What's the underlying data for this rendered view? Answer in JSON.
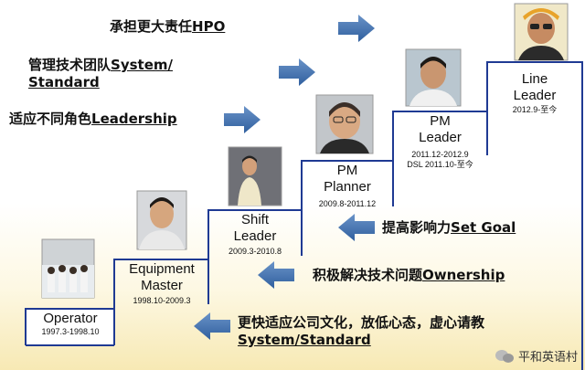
{
  "left_labels": {
    "hpo": {
      "cn": "承担更大责任",
      "en": "HPO"
    },
    "system1": {
      "cn": "管理技术团队",
      "en": "System/",
      "en2": "Standard"
    },
    "leadership": {
      "cn": "适应不同角色",
      "en": "Leadership"
    }
  },
  "right_labels": {
    "set_goal": {
      "cn": "提高影响力",
      "en": "Set Goal"
    },
    "ownership": {
      "cn": "积极解决技术问题",
      "en": "Ownership"
    },
    "system2": {
      "cn": "更快适应公司文化，放低心态，虚心请教",
      "en": "System/Standard"
    }
  },
  "roles": [
    {
      "name1": "Operator",
      "name2": "",
      "date1": "1997.3-1998.10",
      "date2": ""
    },
    {
      "name1": "Equipment",
      "name2": "Master",
      "date1": "1998.10-2009.3",
      "date2": ""
    },
    {
      "name1": "Shift",
      "name2": "Leader",
      "date1": "2009.3-2010.8",
      "date2": ""
    },
    {
      "name1": "PM",
      "name2": "Planner",
      "date1": "2009.8-2011.12",
      "date2": ""
    },
    {
      "name1": "PM",
      "name2": "Leader",
      "date1": "2011.12-2012.9",
      "date2": "DSL 2011.10-至今"
    },
    {
      "name1": "Line",
      "name2": "Leader",
      "date1": "2012.9-至今",
      "date2": ""
    }
  ],
  "watermark": "平和英语村",
  "colors": {
    "arrow": "#3f6ea8",
    "stair": "#1f3a93",
    "bg_bottom": "#f7e9b4"
  }
}
